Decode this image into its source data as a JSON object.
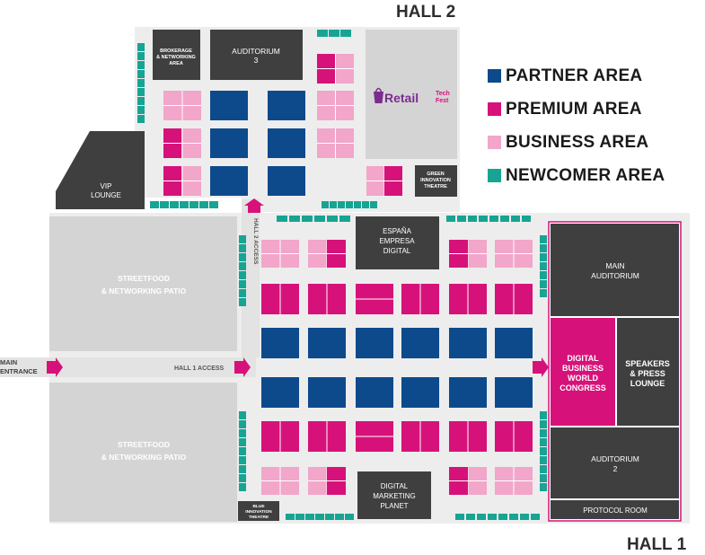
{
  "halls": {
    "hall2": "HALL 2",
    "hall1": "HALL 1"
  },
  "legend": [
    {
      "label": "PARTNER AREA",
      "color": "#0d4a8c"
    },
    {
      "label": "PREMIUM AREA",
      "color": "#d6127a"
    },
    {
      "label": "BUSINESS AREA",
      "color": "#f2a6c9"
    },
    {
      "label": "NEWCOMER AREA",
      "color": "#17a493"
    }
  ],
  "rooms": {
    "brokerage": [
      "BROKERAGE",
      "& NETWORKING",
      "AREA"
    ],
    "auditorium3": [
      "AUDITORIUM",
      "3"
    ],
    "vip": [
      "VIP",
      "LOUNGE"
    ],
    "green": [
      "GREEN",
      "INNOVATION",
      "THEATRE"
    ],
    "espana": [
      "ESPAÑA",
      "EMPRESA",
      "DIGITAL"
    ],
    "main_auditorium": [
      "MAIN",
      "AUDITORIUM"
    ],
    "dbwc": [
      "DIGITAL",
      "BUSINESS",
      "WORLD",
      "CONGRESS"
    ],
    "speakers": [
      "SPEAKERS",
      "& PRESS",
      "LOUNGE"
    ],
    "auditorium2": [
      "AUDITORIUM",
      "2"
    ],
    "protocol": "PROTOCOL ROOM",
    "dmp": [
      "DIGITAL",
      "MARKETING",
      "PLANET"
    ],
    "blue": [
      "BLUE",
      "INNOVATION",
      "THEATRE"
    ],
    "streetfood_top": [
      "STREETFOOD",
      "& NETWORKING PATIO"
    ],
    "streetfood_bottom": [
      "STREETFOOD",
      "& NETWORKING PATIO"
    ]
  },
  "labels": {
    "main_entrance": [
      "MAIN",
      "ENTRANCE"
    ],
    "hall1_access": "HALL 1 ACCESS",
    "hall2_access": "HALL 2 ACCESS"
  },
  "logo": {
    "text": "Retail",
    "tech": "Tech",
    "fest": "Fest"
  },
  "icons": {
    "entrance_arrow": "arrow-right-icon",
    "hall1_arrow": "arrow-right-icon",
    "congress_arrow": "arrow-right-icon",
    "hall2_arrow": "arrow-up-icon",
    "logo_bag": "shopping-bag-icon"
  }
}
